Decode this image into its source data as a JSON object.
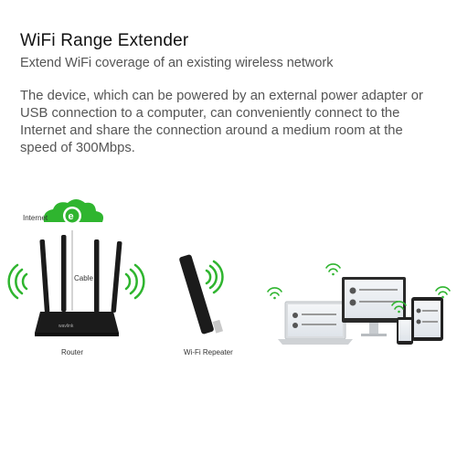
{
  "header": {
    "title": "WiFi Range Extender",
    "subtitle": "Extend WiFi coverage of an existing wireless network"
  },
  "description": "The device, which can be powered by an external power adapter or USB connection to a computer, can conveniently connect to the Internet and share the connection around a medium room at the speed of 300Mbps.",
  "diagram": {
    "internet_label": "Internet",
    "cable_label": "Cable",
    "router_label": "Router",
    "repeater_label": "Wi-Fi Repeater",
    "internet_icon_glyph": "e",
    "brand_mark": "wavlink"
  },
  "colors": {
    "wifi_green": "#2fb52f",
    "device_black": "#1b1b1b",
    "text_gray": "#555555"
  }
}
